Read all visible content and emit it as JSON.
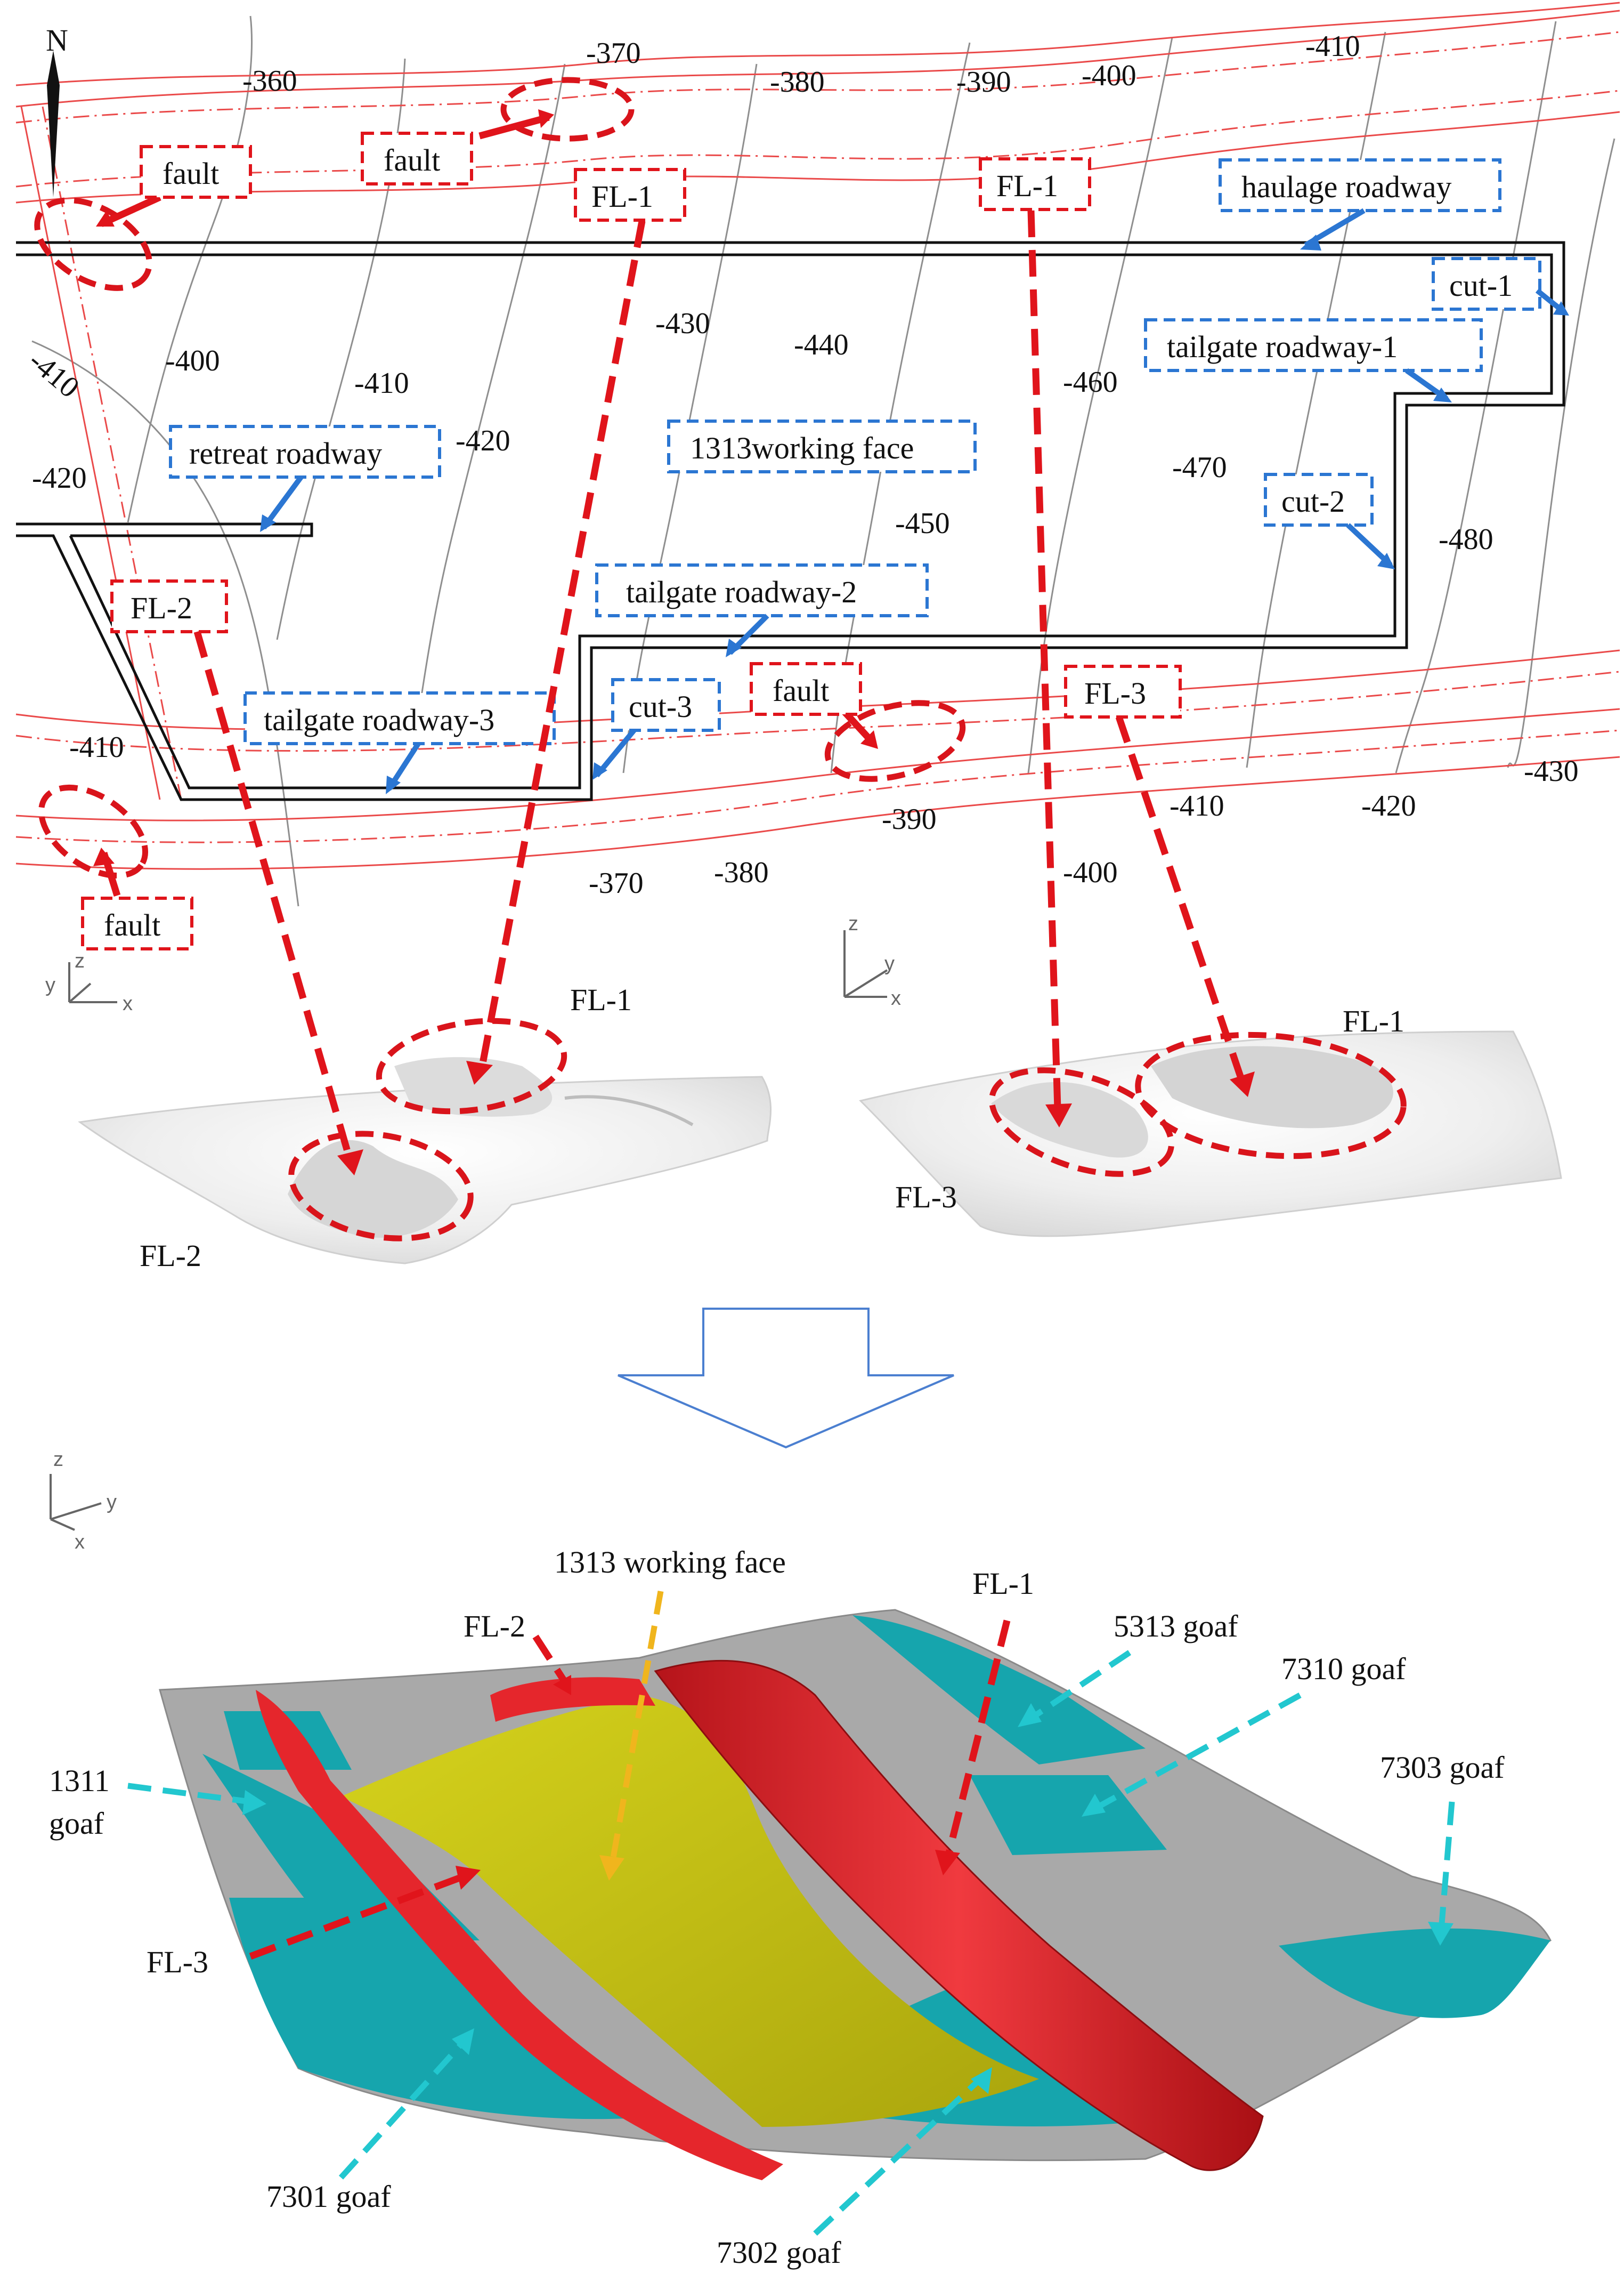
{
  "plan_view": {
    "north_label": "N",
    "contour_labels": [
      "-360",
      "-370",
      "-380",
      "-390",
      "-400",
      "-410",
      "-410",
      "-400",
      "-410",
      "-420",
      "-430",
      "-440",
      "-460",
      "-470",
      "-480",
      "-420",
      "-450",
      "-410",
      "-370",
      "-380",
      "-390",
      "-400",
      "-410",
      "-420",
      "-430"
    ],
    "fault_labels": [
      "fault",
      "fault",
      "fault",
      "fault"
    ],
    "fault_lines": [
      "FL-1",
      "FL-1",
      "FL-2",
      "FL-3"
    ],
    "roadways": {
      "haulage": "haulage roadway",
      "cut1": "cut-1",
      "tailgate1": "tailgate roadway-1",
      "retreat": "retreat roadway",
      "working_face": "1313working face",
      "cut2": "cut-2",
      "tailgate2": "tailgate roadway-2",
      "tailgate3": "tailgate roadway-3",
      "cut3": "cut-3"
    }
  },
  "surfaces_view": {
    "left_axes": {
      "z": "z",
      "y": "y",
      "x": "x"
    },
    "right_axes": {
      "z": "z",
      "y": "y",
      "x": "x"
    },
    "left_labels": {
      "fl1": "FL-1",
      "fl2": "FL-2"
    },
    "right_labels": {
      "fl1": "FL-1",
      "fl3": "FL-3"
    }
  },
  "model_view": {
    "axes": {
      "z": "z",
      "y": "y",
      "x": "x"
    },
    "labels": {
      "working_face": "1313 working face",
      "fl2": "FL-2",
      "fl1": "FL-1",
      "goaf5313": "5313 goaf",
      "goaf7310": "7310 goaf",
      "goaf7303": "7303 goaf",
      "goaf1311_line1": "1311",
      "goaf1311_line2": "goaf",
      "fl3": "FL-3",
      "goaf7301": "7301 goaf",
      "goaf7302": "7302 goaf"
    },
    "colors": {
      "working_face": "#c9c516",
      "fault_zone": "#e5262c",
      "goaf": "#16a5ad",
      "strata": "#a7a7a7"
    }
  }
}
